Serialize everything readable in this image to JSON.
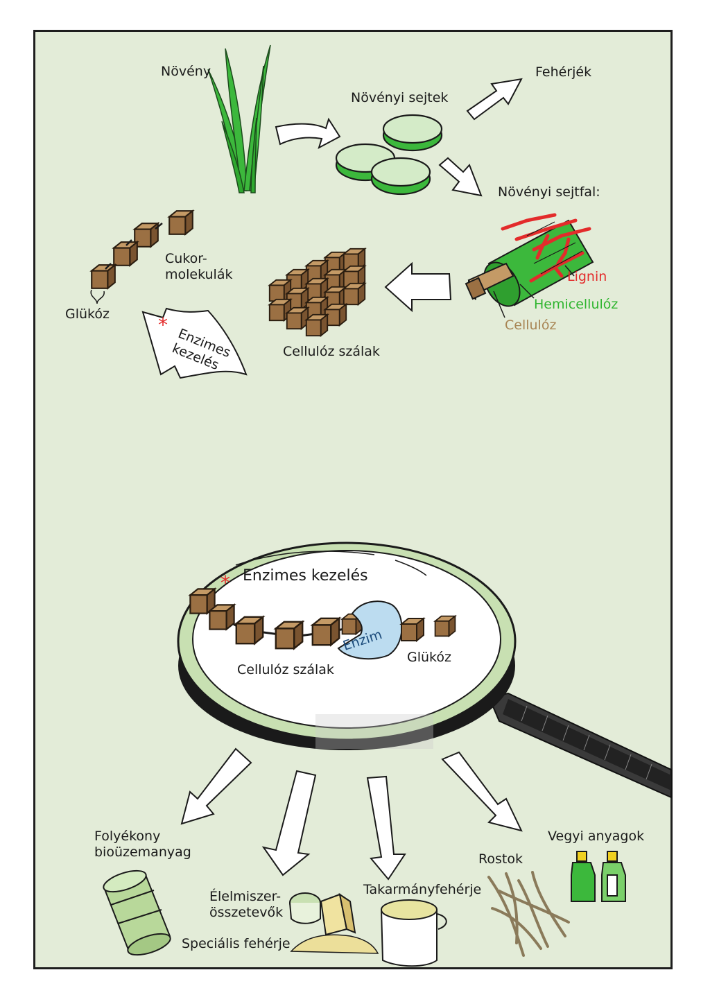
{
  "labels": {
    "noveny": "Növény",
    "novenyi_sejtek": "Növényi sejtek",
    "feherjek": "Fehérjék",
    "novenyi_sejtfal": "Növényi sejtfal:",
    "lignin": "Lignin",
    "hemicellulose": "Hemicellulóz",
    "cellulose": "Cellulóz",
    "cellulose_fibers_top": "Cellulóz szálak",
    "sugar_molecules": "Cukor-\nmolekulák",
    "glucose_top": "Glükóz",
    "enzymatic_treatment_flag": "Enzimes\nkezelés",
    "enzymatic_treatment_lens": "Enzimes kezelés",
    "cellulose_fibers_lens": "Cellulóz szálak",
    "enzyme": "Enzim",
    "glucose_lens": "Glükóz",
    "liquid_biofuel": "Folyékony\nbioüzemanyag",
    "food_ingredients": "Élelmiszer-\nösszetevők",
    "special_protein": "Speciális fehérje",
    "feed_protein": "Takarmányfehérje",
    "fibers": "Rostok",
    "chemicals": "Vegyi anyagok"
  },
  "colors": {
    "panel": "#e3ecd8",
    "plant_green": "#3cb83c",
    "brown": "#9b7043",
    "lignin": "#e32b2b",
    "enzyme": "#bcdcf0",
    "asterisk": "#e32b2b"
  }
}
